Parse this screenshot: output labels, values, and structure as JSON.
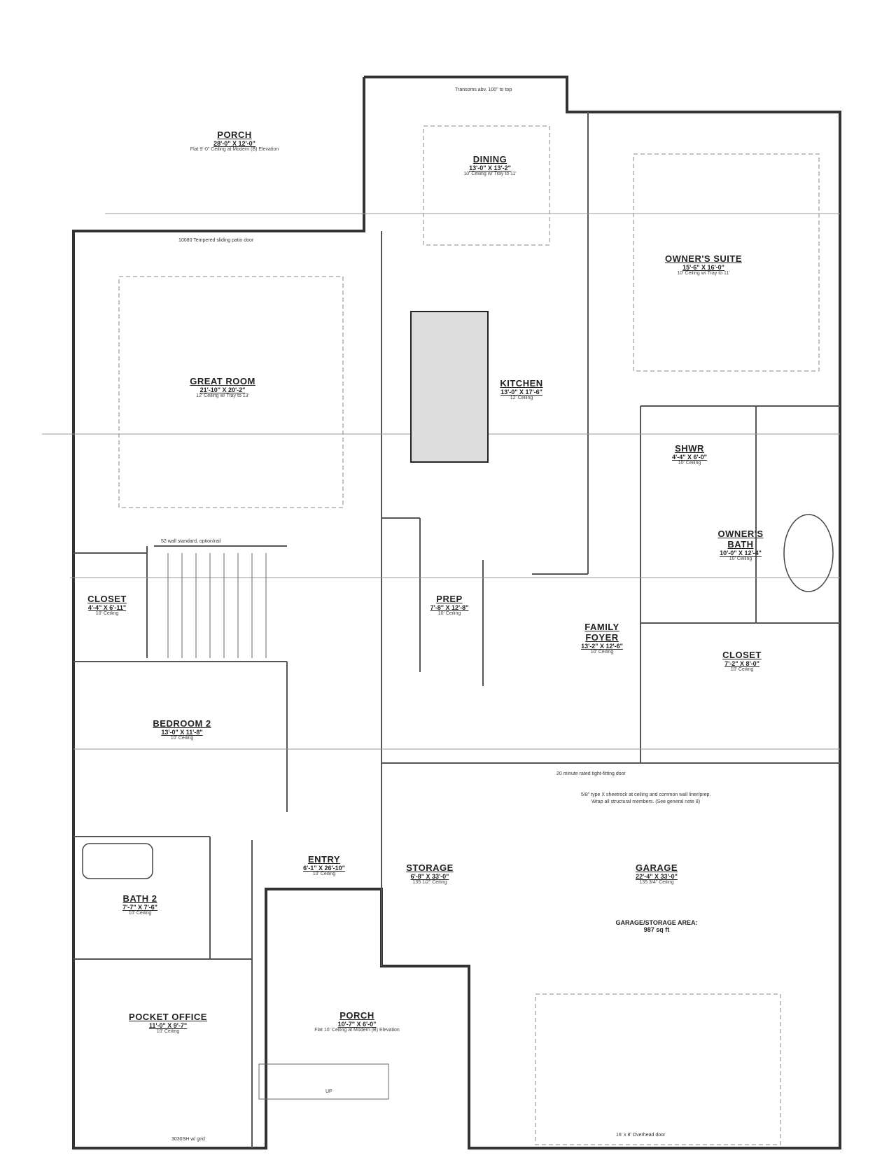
{
  "rooms": {
    "porch_rear": {
      "name": "PORCH",
      "dim": "28'-0\" X 12'-0\"",
      "ceiling": "Flat 9'-0\" Ceiling at Modern (B) Elevation"
    },
    "dining": {
      "name": "DINING",
      "dim": "13'-0\" X 13'-2\"",
      "ceiling": "10' Ceiling w/ Tray to 11'"
    },
    "owners_suite": {
      "name": "OWNER'S SUITE",
      "dim": "15'-6\" X 16'-0\"",
      "ceiling": "10' Ceiling w/ Tray to 11'"
    },
    "great_room": {
      "name": "GREAT ROOM",
      "dim": "21'-10\" X 20'-2\"",
      "ceiling": "12' Ceiling w/ Tray to 13'"
    },
    "kitchen": {
      "name": "KITCHEN",
      "dim": "13'-0\" X 17'-6\"",
      "ceiling": "12' Ceiling"
    },
    "shwr": {
      "name": "SHWR",
      "dim": "4'-4\" X 6'-0\"",
      "ceiling": "10' Ceiling"
    },
    "owners_bath": {
      "name": "OWNER'S BATH",
      "dim": "10'-0\" X 12'-4\"",
      "ceiling": "10' Ceiling"
    },
    "closet_1": {
      "name": "CLOSET",
      "dim": "4'-4\" X 6'-11\"",
      "ceiling": "10' Ceiling"
    },
    "prep": {
      "name": "PREP",
      "dim": "7'-8\" X 12'-8\"",
      "ceiling": "10' Ceiling"
    },
    "family_foyer": {
      "name": "FAMILY FOYER",
      "dim": "13'-2\" X 12'-6\"",
      "ceiling": "10' Ceiling"
    },
    "closet_2": {
      "name": "CLOSET",
      "dim": "7'-2\" X 8'-0\"",
      "ceiling": "10' Ceiling"
    },
    "bedroom_2": {
      "name": "BEDROOM 2",
      "dim": "13'-0\" X 11'-8\"",
      "ceiling": "10' Ceiling"
    },
    "entry": {
      "name": "ENTRY",
      "dim": "6'-1\" X 26'-10\"",
      "ceiling": "10' Ceiling"
    },
    "storage": {
      "name": "STORAGE",
      "dim": "6'-8\" X 33'-0\"",
      "ceiling": "135 1/2\" Ceiling"
    },
    "garage": {
      "name": "GARAGE",
      "dim": "22'-4\" X 33'-0\"",
      "ceiling": "135 3/4\" Ceiling"
    },
    "bath_2": {
      "name": "BATH 2",
      "dim": "7'-7\" X 7'-6\"",
      "ceiling": "10' Ceiling"
    },
    "pocket_office": {
      "name": "POCKET OFFICE",
      "dim": "11'-0\" X 9'-7\"",
      "ceiling": "10' Ceiling"
    },
    "porch_front": {
      "name": "PORCH",
      "dim": "10'-7\" X 6'-0\"",
      "ceiling": "Flat 10' Ceiling at Modern (B) Elevation"
    }
  },
  "notes": {
    "patio_door": "10080 Tempered sliding patio door",
    "garage_area_label": "GARAGE/STORAGE AREA:",
    "garage_area_value": "987 sq ft",
    "sheetrock": "5/8\" type X sheetrock at ceiling and common wall liner/prep.",
    "sheetrock_2": "Wrap all structural members. (See general note 8)",
    "overhead_door": "16' x 8' Overhead door",
    "fire_door": "20 minute rated tight-fitting door",
    "stairs_up": "UP",
    "dining_windows": "Transoms abv. 100\" to top",
    "office_window": "3030SH w/ grid",
    "rail_note": "52 wall standard, option/rail"
  }
}
